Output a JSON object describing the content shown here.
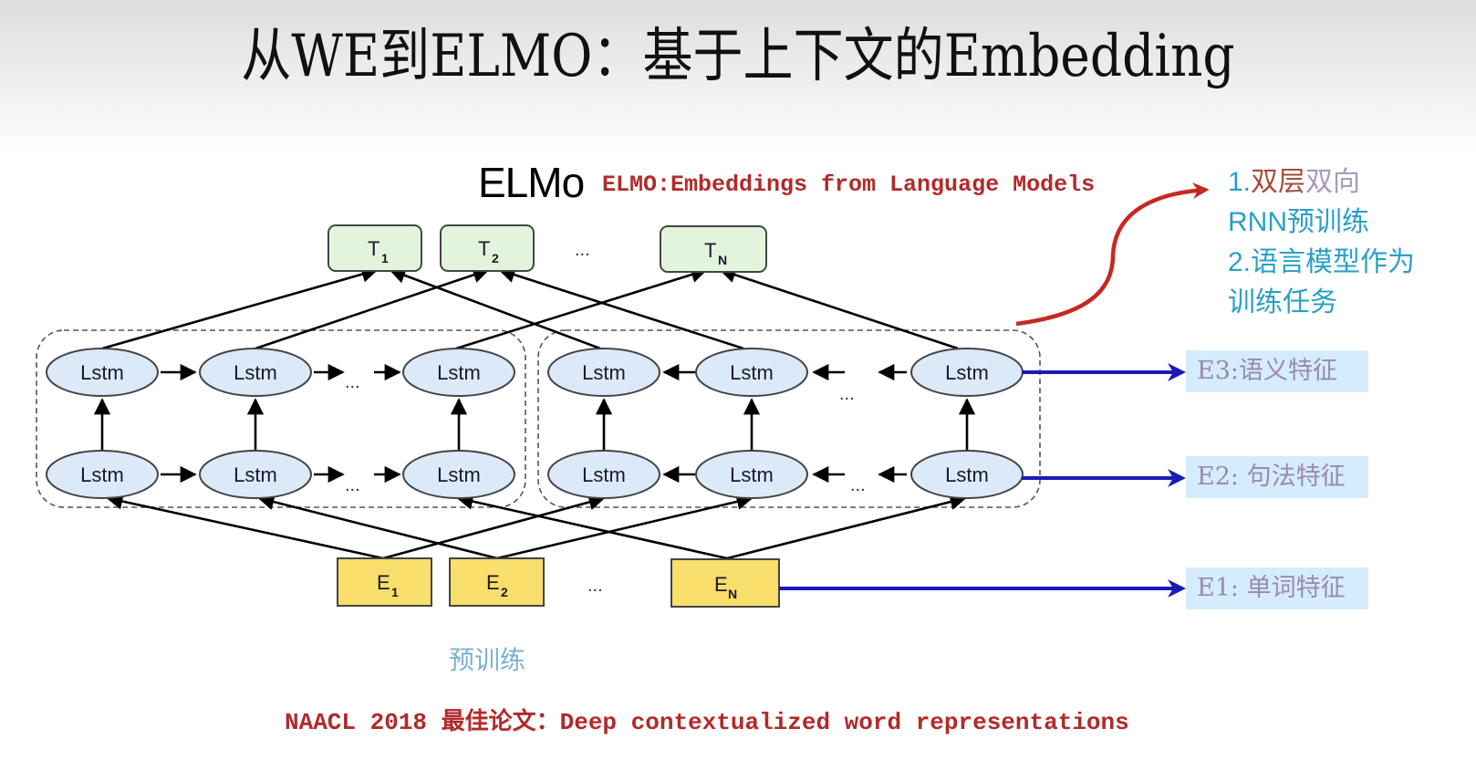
{
  "slide": {
    "title": "从WE到ELMO：基于上下文的Embedding",
    "heading": "ELMo",
    "subtitle": "ELMO:Embeddings from Language Models",
    "pretrain_label": "预训练",
    "paper_reference": "NAACL 2018 最佳论文：Deep contextualized word representations"
  },
  "notes": {
    "line1_num": "1.",
    "line1_a": "双层",
    "line1_b": "双向",
    "line2": "RNN预训练",
    "line3": "2.语言模型作为",
    "line4": "训练任务"
  },
  "features": [
    {
      "label": "E3:语义特征"
    },
    {
      "label": "E2: 句法特征"
    },
    {
      "label": "E1: 单词特征"
    }
  ],
  "diagram": {
    "lstm_label": "Lstm",
    "ellipsis": "...",
    "outputs": [
      {
        "main": "T",
        "sub": "1"
      },
      {
        "main": "T",
        "sub": "2"
      },
      {
        "main": "T",
        "sub": "N"
      }
    ],
    "inputs": [
      {
        "main": "E",
        "sub": "1"
      },
      {
        "main": "E",
        "sub": "2"
      },
      {
        "main": "E",
        "sub": "N"
      }
    ],
    "colors": {
      "lstm_fill": "#dbe9f8",
      "output_fill": "#e2f5dc",
      "input_fill": "#f8de6a",
      "arrow_blue": "#1a1ab8",
      "curve_red": "#c42a22"
    }
  }
}
